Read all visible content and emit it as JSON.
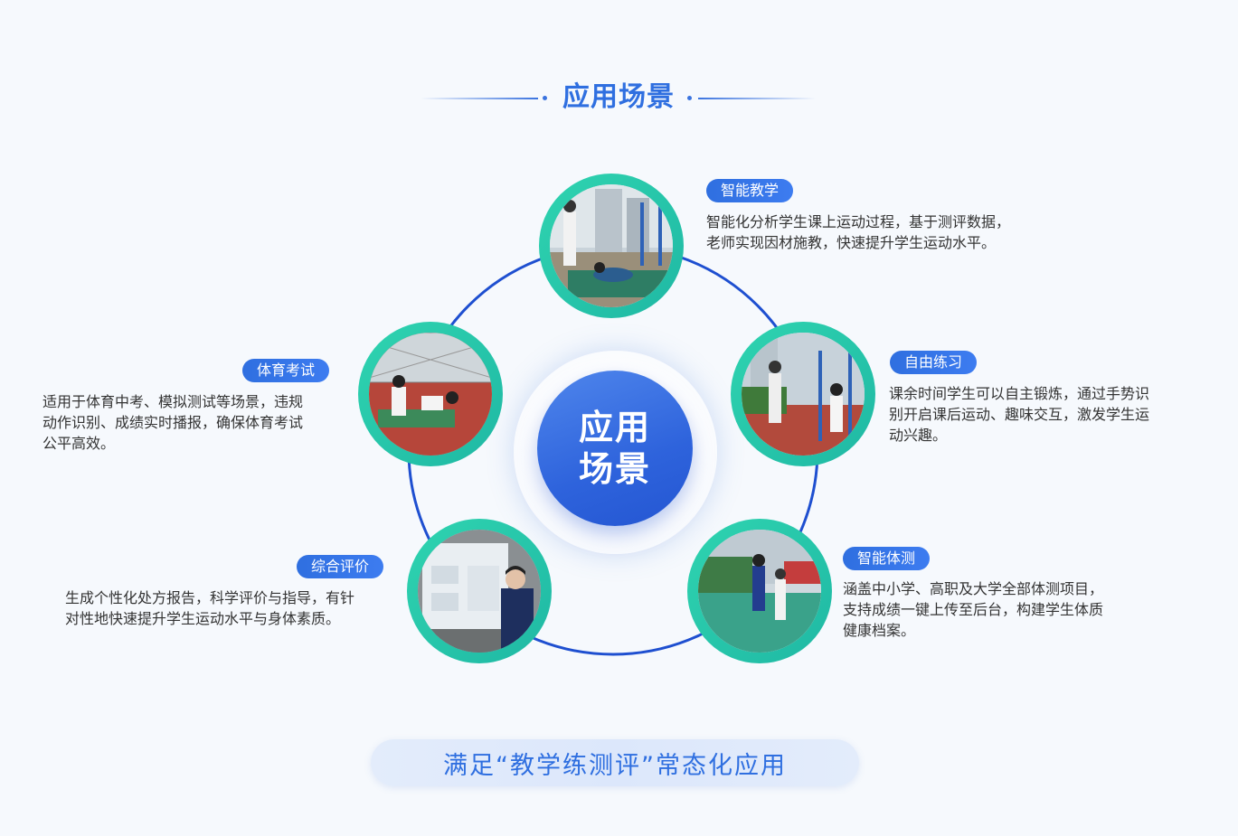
{
  "header": {
    "title": "应用场景"
  },
  "center": {
    "text": "应用场景"
  },
  "scenes": [
    {
      "label": "智能教学",
      "desc": "智能化分析学生课上运动过程，基于测评数据，\n老师实现因材施教，快速提升学生运动水平。"
    },
    {
      "label": "自由练习",
      "desc": "课余时间学生可以自主锻炼，通过手势识\n别开启课后运动、趣味交互，激发学生运\n动兴趣。"
    },
    {
      "label": "智能体测",
      "desc": "涵盖中小学、高职及大学全部体测项目，\n支持成绩一键上传至后台，构建学生体质\n健康档案。"
    },
    {
      "label": "综合评价",
      "desc": "生成个性化处方报告，科学评价与指导，有针\n对性地快速提升学生运动水平与身体素质。"
    },
    {
      "label": "体育考试",
      "desc": "适用于体育中考、模拟测试等场景，违规\n动作识别、成绩实时播报，确保体育考试\n公平高效。"
    }
  ],
  "footer": {
    "text": "满足“教学练测评”常态化应用"
  },
  "colors": {
    "accent": "#2f6fe0",
    "ring": "#1e4fd0",
    "photo_border": "#2fd4b0"
  },
  "icons": [
    "photo-teaching",
    "photo-practice",
    "photo-fitness-test",
    "photo-evaluation",
    "photo-exam"
  ]
}
